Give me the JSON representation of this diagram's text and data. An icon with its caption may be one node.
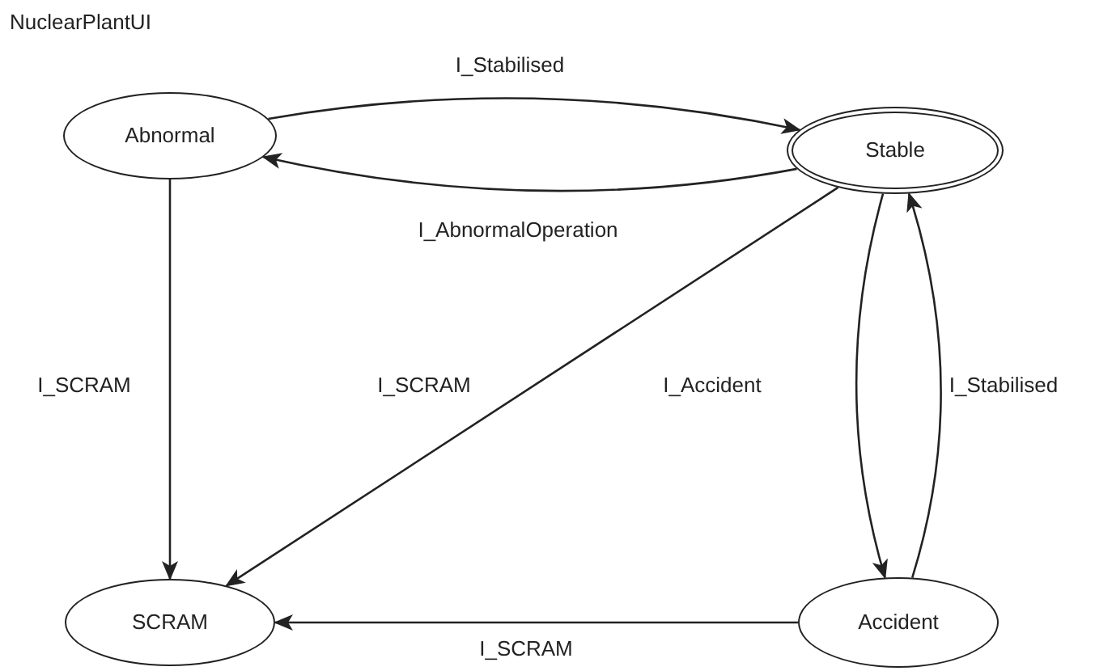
{
  "diagram": {
    "title": "NuclearPlantUI",
    "nodes": [
      {
        "text": [
          "Abnormal"
        ]
      },
      {
        "text": [
          "Stable"
        ]
      },
      {
        "text": [
          "SCRAM"
        ]
      },
      {
        "text": [
          "Accident"
        ]
      }
    ],
    "edges": [
      {
        "from": 0,
        "to": 1,
        "arrow": "to",
        "label": "I_Stabilised"
      },
      {
        "from": 1,
        "to": 0,
        "arrow": "to",
        "label": "I_AbnormalOperation"
      },
      {
        "from": 0,
        "to": 2,
        "arrow": "to",
        "label": "I_SCRAM"
      },
      {
        "from": 1,
        "to": 2,
        "arrow": "to",
        "label": "I_SCRAM"
      },
      {
        "from": 1,
        "to": 3,
        "arrow": "to",
        "label": "I_Accident"
      },
      {
        "from": 3,
        "to": 1,
        "arrow": "to",
        "label": "I_Stabilised"
      },
      {
        "from": 3,
        "to": 2,
        "arrow": "to",
        "label": "I_SCRAM"
      }
    ]
  }
}
